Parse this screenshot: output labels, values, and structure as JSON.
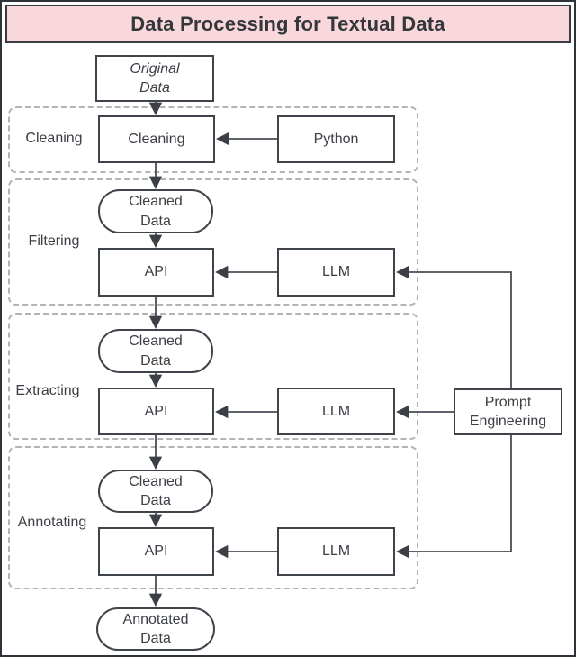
{
  "title": "Data Processing for Textual Data",
  "sections": {
    "cleaning": {
      "label": "Cleaning"
    },
    "filtering": {
      "label": "Filtering"
    },
    "extracting": {
      "label": "Extracting"
    },
    "annotating": {
      "label": "Annotating"
    }
  },
  "nodes": {
    "original_data": "Original\nData",
    "cleaning_step": "Cleaning",
    "python": "Python",
    "cleaned_data": "Cleaned\nData",
    "api": "API",
    "llm": "LLM",
    "prompt_engineering": "Prompt\nEngineering",
    "annotated_data": "Annotated\nData"
  },
  "colors": {
    "title_background": "#f8d8da",
    "title_text": "#34373c",
    "box_border": "#3f434a",
    "flow_line": "#4a4e54",
    "arrowhead": "#3c4046",
    "dashed_section_border": "#b3b3b3",
    "canvas_border": "#2d3339",
    "background": "#ffffff"
  }
}
